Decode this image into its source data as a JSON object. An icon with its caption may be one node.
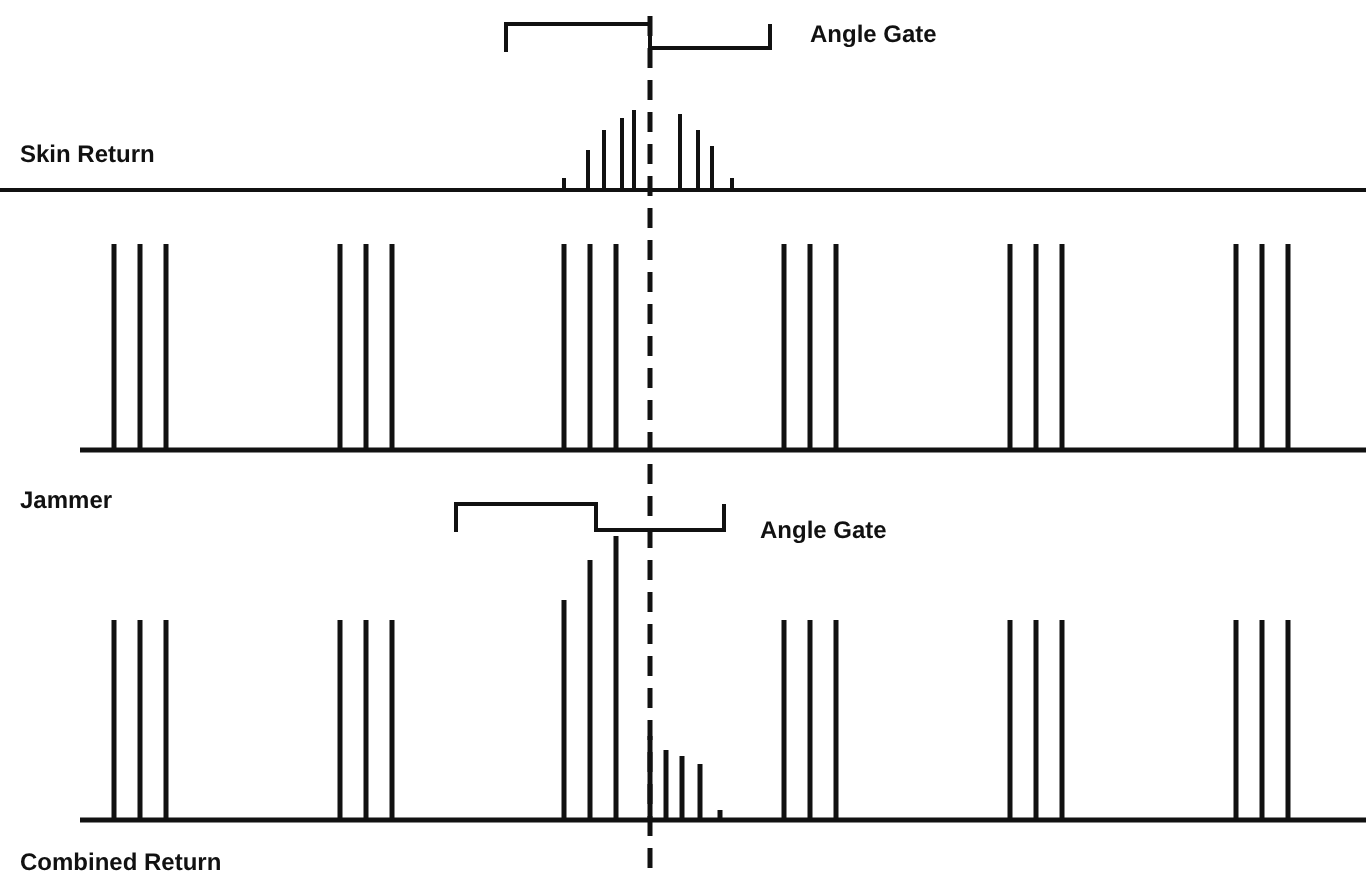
{
  "diagram": {
    "labels": [
      "Angle Gate",
      "Skin Return",
      "Jammer",
      "Angle Gate",
      "Combined Return"
    ]
  }
}
